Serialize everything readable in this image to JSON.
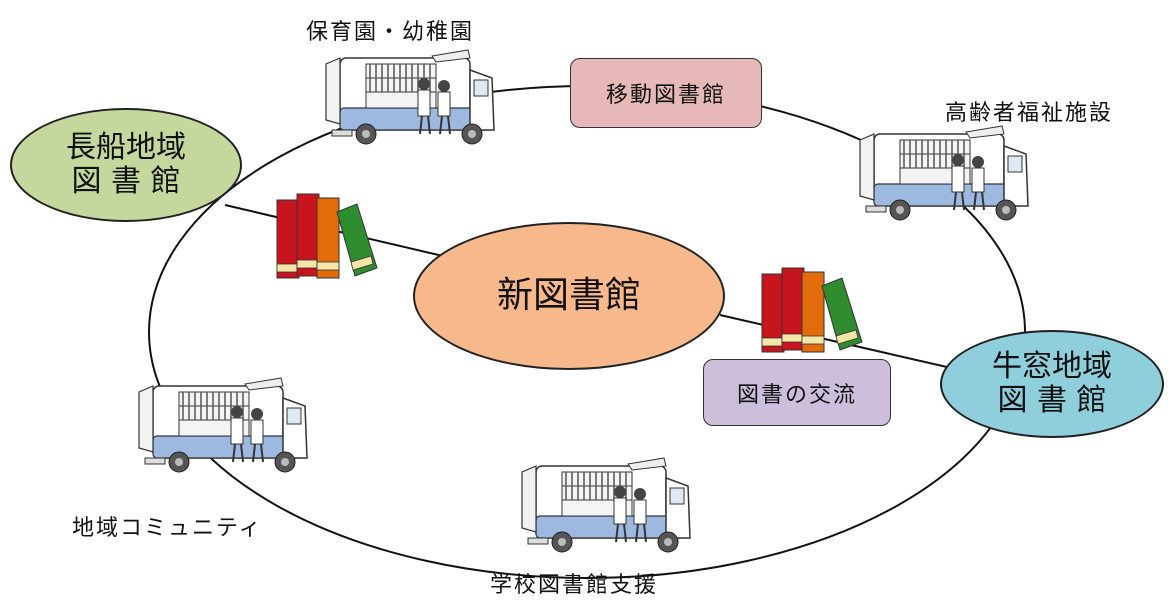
{
  "nodes": {
    "center": {
      "label": "新図書館",
      "color": "#F7B98B"
    },
    "nagafune": {
      "line1": "長船地域",
      "line2": "図 書 館",
      "color": "#C4D89D"
    },
    "ushimado": {
      "line1": "牛窓地域",
      "line2": "図 書 館",
      "color": "#8FCFDC"
    }
  },
  "boxes": {
    "mobile_library": {
      "label": "移動図書館",
      "color": "#E6B8B7"
    },
    "book_exchange": {
      "label": "図書の交流",
      "color": "#CDBFDB"
    }
  },
  "destinations": {
    "nursery": "保育園・幼稚園",
    "elderly": "高齢者福祉施設",
    "community": "地域コミュニティ",
    "school": "学校図書館支援"
  },
  "icons": {
    "bus": "mobile-library-bus-icon",
    "books": "books-icon"
  },
  "colors": {
    "book_red": "#C8141E",
    "book_orange": "#E36C0A",
    "book_green": "#2E8B2E",
    "bus_blue": "#9DB9E0"
  }
}
